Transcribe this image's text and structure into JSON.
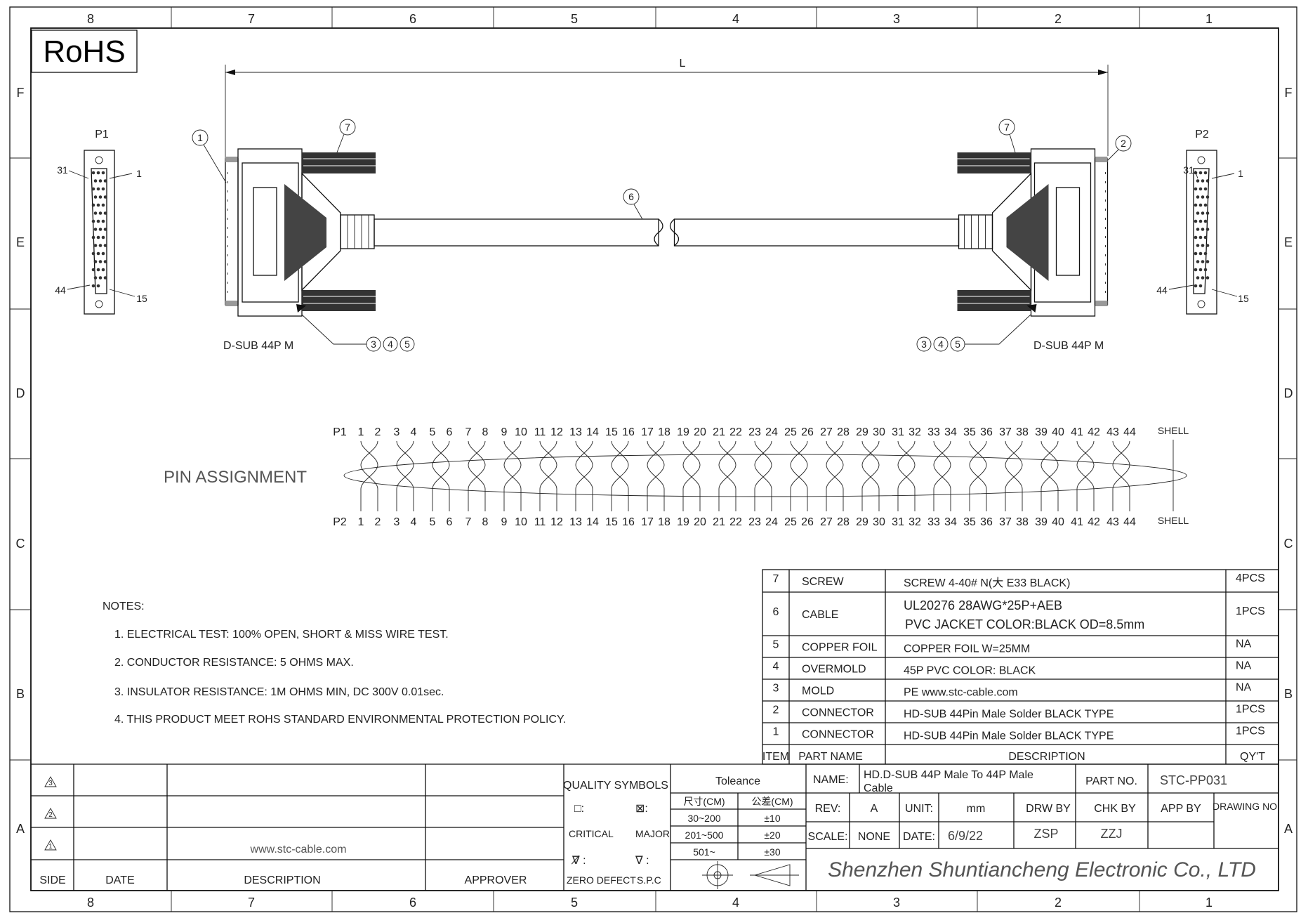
{
  "frame": {
    "columns": [
      "8",
      "7",
      "6",
      "5",
      "4",
      "3",
      "2",
      "1"
    ],
    "rows": [
      "F",
      "E",
      "D",
      "C",
      "B",
      "A"
    ]
  },
  "rohs": "RoHS",
  "drawing": {
    "dimension_label": "L",
    "p1_label": "P1",
    "p2_label": "P2",
    "face_pins": {
      "top_left": "31",
      "top_right": "1",
      "bottom_left": "44",
      "bottom_right": "15"
    },
    "callouts": {
      "c1": "1",
      "c2": "2",
      "c3": "3",
      "c4": "4",
      "c5": "5",
      "c6": "6",
      "c7": "7"
    },
    "connector_left": "D-SUB 44P M",
    "connector_right": "D-SUB 44P M"
  },
  "pin_assignment": {
    "title": "PIN ASSIGNMENT",
    "p1": "P1",
    "p2": "P2",
    "shell": "SHELL",
    "pins": [
      "1",
      "2",
      "3",
      "4",
      "5",
      "6",
      "7",
      "8",
      "9",
      "10",
      "11",
      "12",
      "13",
      "14",
      "15",
      "16",
      "17",
      "18",
      "19",
      "20",
      "21",
      "22",
      "23",
      "24",
      "25",
      "26",
      "27",
      "28",
      "29",
      "30",
      "31",
      "32",
      "33",
      "34",
      "35",
      "36",
      "37",
      "38",
      "39",
      "40",
      "41",
      "42",
      "43",
      "44"
    ]
  },
  "notes": {
    "title": "NOTES:",
    "items": [
      "1. ELECTRICAL TEST: 100%   OPEN, SHORT & MISS WIRE TEST.",
      "2. CONDUCTOR RESISTANCE: 5 OHMS MAX.",
      "3. INSULATOR RESISTANCE: 1M OHMS MIN, DC 300V 0.01sec.",
      "4. THIS PRODUCT MEET ROHS STANDARD ENVIRONMENTAL PROTECTION POLICY."
    ]
  },
  "bom": {
    "headers": {
      "item": "ITEM",
      "part": "PART NAME",
      "desc": "DESCRIPTION",
      "qty": "QY'T"
    },
    "rows": [
      {
        "item": "7",
        "part": "SCREW",
        "desc": "SCREW 4-40# N(大 E33 BLACK)",
        "desc2": "",
        "qty": "4PCS"
      },
      {
        "item": "6",
        "part": "CABLE",
        "desc": "UL20276 28AWG*25P+AEB",
        "desc2": "PVC JACKET COLOR:BLACK OD=8.5mm",
        "qty": "1PCS"
      },
      {
        "item": "5",
        "part": "COPPER FOIL",
        "desc": "COPPER FOIL W=25MM",
        "desc2": "",
        "qty": "NA"
      },
      {
        "item": "4",
        "part": "OVERMOLD",
        "desc": "45P PVC COLOR: BLACK",
        "desc2": "",
        "qty": "NA"
      },
      {
        "item": "3",
        "part": "MOLD",
        "desc": "PE   www.stc-cable.com",
        "desc2": "",
        "qty": "NA"
      },
      {
        "item": "2",
        "part": "CONNECTOR",
        "desc": "HD-SUB 44Pin Male Solder BLACK TYPE",
        "desc2": "",
        "qty": "1PCS"
      },
      {
        "item": "1",
        "part": "CONNECTOR",
        "desc": "HD-SUB 44Pin Male Solder BLACK TYPE",
        "desc2": "",
        "qty": "1PCS"
      }
    ]
  },
  "revision": {
    "markers": [
      "3",
      "2",
      "1"
    ],
    "website": "www.stc-cable.com",
    "headers": {
      "side": "SIDE",
      "date": "DATE",
      "description": "DESCRIPTION",
      "approver": "APPROVER"
    }
  },
  "quality": {
    "title": "QUALITY SYMBOLS",
    "sym1": "□:",
    "sym2": "⊠:",
    "critical": "CRITICAL",
    "major": "MAJOR",
    "sym3": "∇̸ :",
    "sym4": "∇ :",
    "zero_defect": "ZERO DEFECT",
    "spc": "S.P.C"
  },
  "tolerance": {
    "title": "Toleance",
    "col1": "尺寸(CM)",
    "col2": "公差(CM)",
    "rows": [
      [
        "30~200",
        "±10"
      ],
      [
        "201~500",
        "±20"
      ],
      [
        "501~",
        "±30"
      ]
    ]
  },
  "title_block": {
    "name_label": "NAME:",
    "name_value": "HD.D-SUB 44P Male To 44P Male",
    "name_value2": "Cable",
    "part_no_label": "PART NO.",
    "part_no": "STC-PP031",
    "rev_label": "REV:",
    "rev": "A",
    "unit_label": "UNIT:",
    "unit": "mm",
    "drw_by_label": "DRW BY",
    "chk_by_label": "CHK BY",
    "app_by_label": "APP BY",
    "drawing_no_label": "DRAWING NO.",
    "scale_label": "SCALE:",
    "scale": "NONE",
    "date_label": "DATE:",
    "date": "6/9/22",
    "drw_by": "ZSP",
    "chk_by": "ZZJ",
    "company": "Shenzhen Shuntiancheng Electronic Co., LTD"
  }
}
